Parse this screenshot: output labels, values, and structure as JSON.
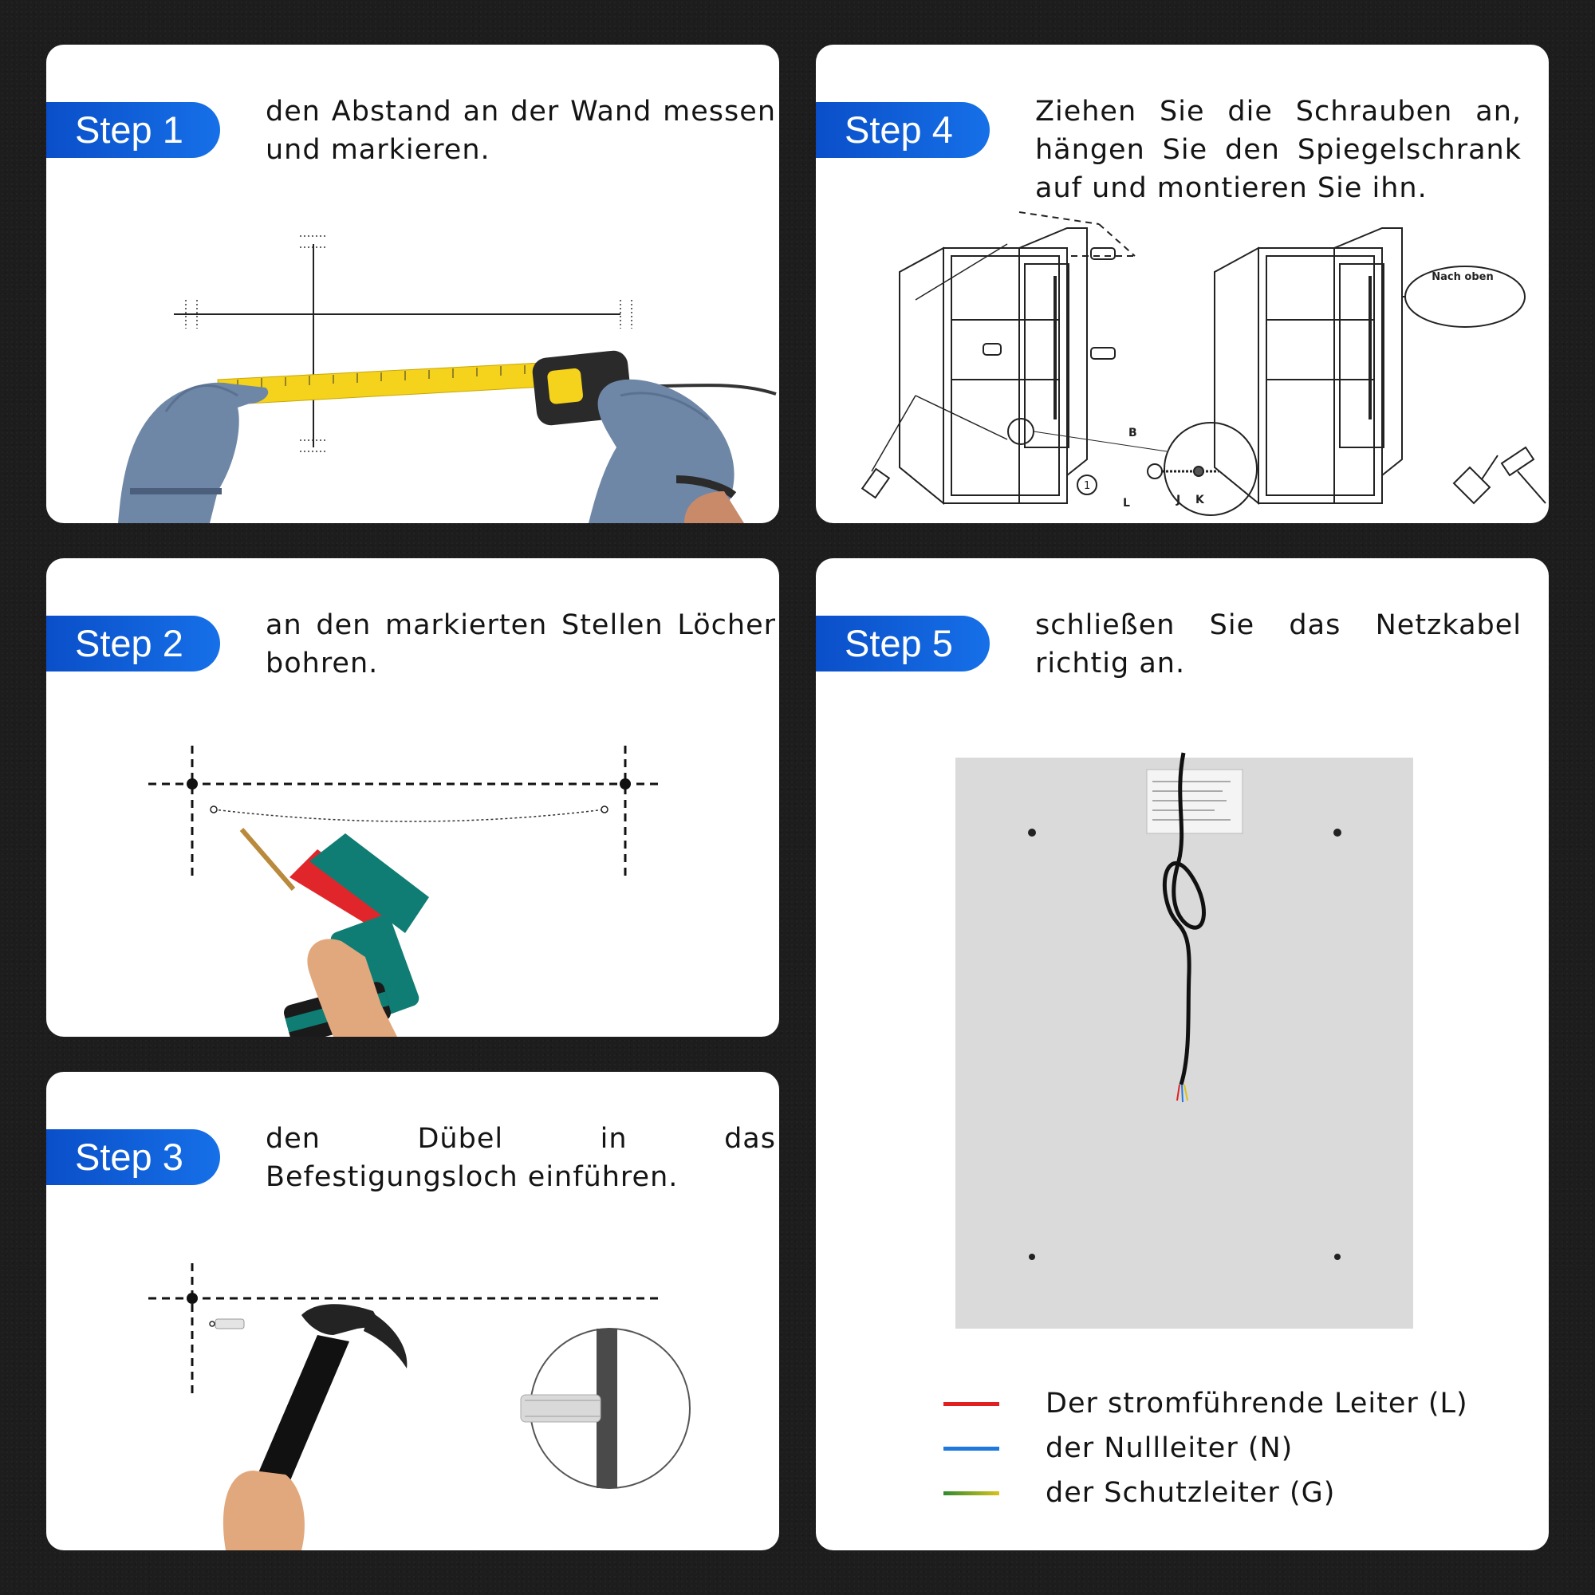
{
  "steps": [
    {
      "badge": "Step 1",
      "text": "den Abstand an der Wand messen und markieren."
    },
    {
      "badge": "Step 2",
      "text": "an den markierten Stellen Löcher bohren."
    },
    {
      "badge": "Step 3",
      "text": "den Dübel in das Befestigungsloch einführen."
    },
    {
      "badge": "Step 4",
      "text": "Ziehen Sie die Schrauben an, hängen Sie den Spiegelschrank auf und montieren Sie ihn."
    },
    {
      "badge": "Step 5",
      "text": "schließen Sie das Netzkabel richtig an."
    }
  ],
  "step4_diagram": {
    "callout_top": "Nach oben",
    "label_b": "B",
    "label_l": "L",
    "label_j": "J",
    "label_k": "K",
    "label_1": "1"
  },
  "step5_legend": [
    {
      "label": "Der stromführende Leiter (L)",
      "color": "#e02020"
    },
    {
      "label": "der Nullleiter (N)",
      "color": "#1e78e0"
    },
    {
      "label": "der Schutzleiter (G)",
      "color": "#2e8b2e"
    }
  ],
  "colors": {
    "badge": "#0a4fc9",
    "tape": "#f5d21c",
    "drill": "#0f7d73",
    "drill_accent": "#e0262a",
    "glove": "#6f87a6"
  }
}
